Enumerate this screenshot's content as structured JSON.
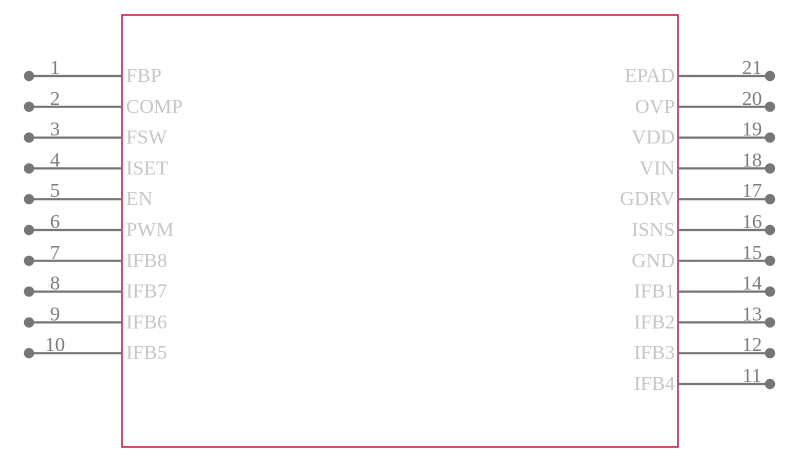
{
  "component": {
    "outline_color": "#c0163a",
    "pin_color": "#767676",
    "name_color": "#c6c6c6",
    "number_color": "#7d7d7d"
  },
  "left_pins": [
    {
      "number": "1",
      "name": "FBP"
    },
    {
      "number": "2",
      "name": "COMP"
    },
    {
      "number": "3",
      "name": "FSW"
    },
    {
      "number": "4",
      "name": "ISET"
    },
    {
      "number": "5",
      "name": "EN"
    },
    {
      "number": "6",
      "name": "PWM"
    },
    {
      "number": "7",
      "name": "IFB8"
    },
    {
      "number": "8",
      "name": "IFB7"
    },
    {
      "number": "9",
      "name": "IFB6"
    },
    {
      "number": "10",
      "name": "IFB5"
    }
  ],
  "right_pins": [
    {
      "number": "21",
      "name": "EPAD"
    },
    {
      "number": "20",
      "name": "OVP"
    },
    {
      "number": "19",
      "name": "VDD"
    },
    {
      "number": "18",
      "name": "VIN"
    },
    {
      "number": "17",
      "name": "GDRV"
    },
    {
      "number": "16",
      "name": "ISNS"
    },
    {
      "number": "15",
      "name": "GND"
    },
    {
      "number": "14",
      "name": "IFB1"
    },
    {
      "number": "13",
      "name": "IFB2"
    },
    {
      "number": "12",
      "name": "IFB3"
    },
    {
      "number": "11",
      "name": "IFB4"
    }
  ]
}
